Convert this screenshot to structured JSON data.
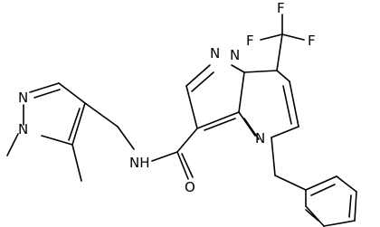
{
  "atom_labels": {
    "n_pyrazole_top": "N",
    "n_pyrazole_bottom": "N",
    "n_fused_1": "N",
    "n_fused_2": "N",
    "n_pyrimidine": "N",
    "amide_nh": "NH",
    "carbonyl_o": "O",
    "f_top": "F",
    "f_left": "F",
    "f_right": "F"
  }
}
